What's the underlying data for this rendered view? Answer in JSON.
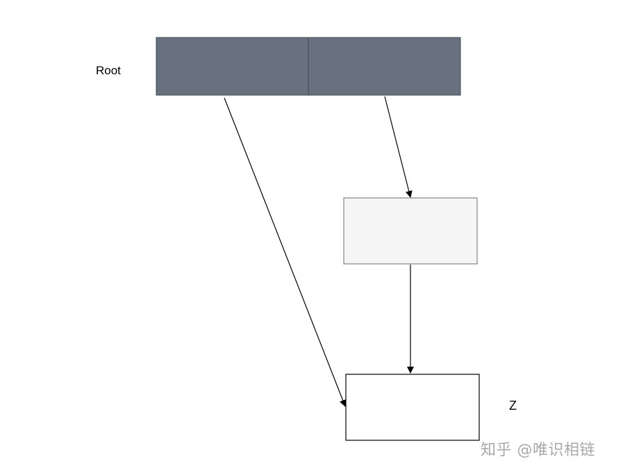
{
  "root_label": "Root",
  "target_label": "Z",
  "watermark": "知乎 @唯识相链",
  "colors": {
    "root_fill": "#67727e",
    "root_stroke": "#3f4750",
    "middle_fill": "#f5f5f5",
    "middle_stroke": "#6b6b6b",
    "target_fill": "#ffffff",
    "target_stroke": "#000000",
    "edge": "#000000"
  },
  "nodes": [
    {
      "id": "root-cell-left",
      "shape": "rect"
    },
    {
      "id": "root-cell-right",
      "shape": "rect"
    },
    {
      "id": "middle-node",
      "shape": "rect"
    },
    {
      "id": "z-node",
      "shape": "rect"
    }
  ],
  "edges": [
    {
      "from": "root-cell-left",
      "to": "z-node"
    },
    {
      "from": "root-cell-right",
      "to": "middle-node"
    },
    {
      "from": "middle-node",
      "to": "z-node"
    }
  ]
}
